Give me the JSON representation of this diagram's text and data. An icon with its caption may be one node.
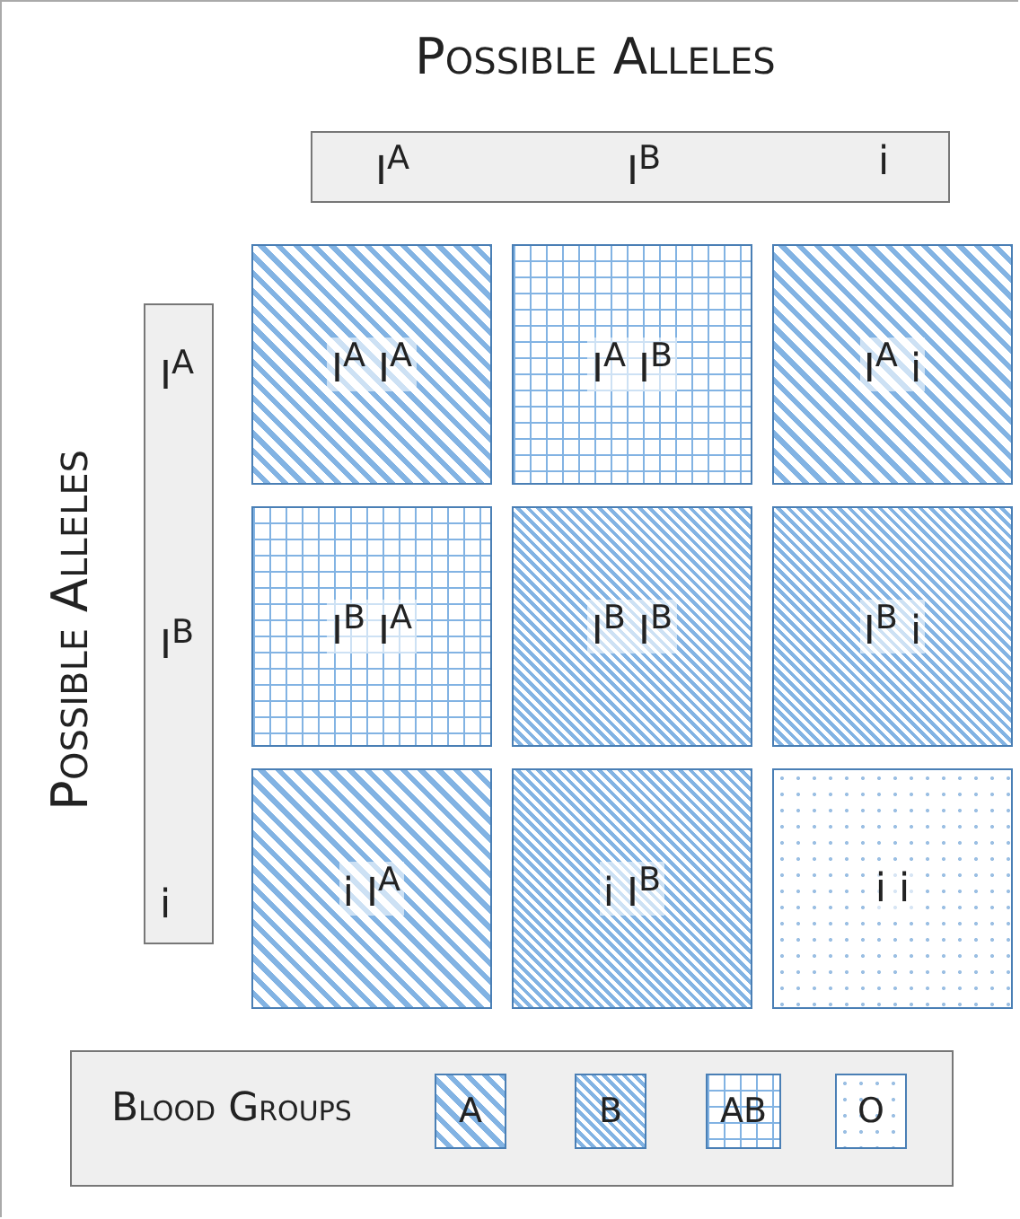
{
  "diagram": {
    "title": "Possible Alleles",
    "nodes": [
      {
        "text": [
          "I$^{A}$",
          "I$^{B}$",
          "i"
        ]
      },
      {
        "text": [
          "I$^{A}$",
          "I$^{B}$",
          "i"
        ]
      },
      {
        "text": [
          "I$^{A}$ I$^{A}$"
        ]
      },
      {
        "text": [
          "I$^{A}$ I$^{B}$"
        ]
      },
      {
        "text": [
          "I$^{A}$ i"
        ]
      },
      {
        "text": [
          "I$^{B}$ I$^{A}$"
        ]
      },
      {
        "text": [
          "I$^{B}$ I$^{B}$"
        ]
      },
      {
        "text": [
          "I$^{B}$ i"
        ]
      },
      {
        "text": [
          "i I$^{A}$"
        ]
      },
      {
        "text": [
          "i I$^{B}$"
        ]
      },
      {
        "text": [
          "i i"
        ]
      }
    ],
    "labels": [
      "Possible Alleles",
      "Blood Groups"
    ],
    "legend": [
      {
        "text": "A"
      },
      {
        "text": "B"
      },
      {
        "text": "AB"
      },
      {
        "text": "O"
      }
    ]
  }
}
